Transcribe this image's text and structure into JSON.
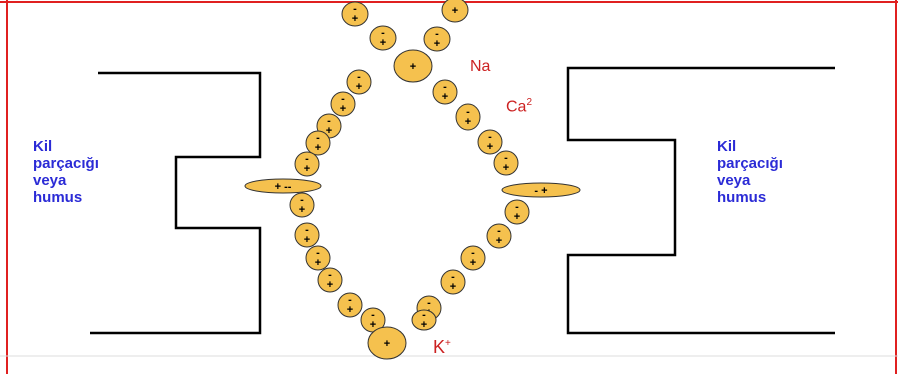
{
  "colors": {
    "border": "#e02020",
    "particle_fill": "#f5c14e",
    "particle_stroke": "#333333",
    "plate_stroke": "#000000",
    "clay_label": "#2b2bd6",
    "ion_label": "#cc2222"
  },
  "left_label": {
    "line1": "Kil",
    "line2": "parçacığı",
    "line3": "veya",
    "line4": "humus"
  },
  "right_label": {
    "line1": "Kil",
    "line2": "parçacığı",
    "line3": "veya",
    "line4": "humus"
  },
  "ions": {
    "na": "Na",
    "ca": "Ca",
    "ca_sup": "2",
    "k": "K",
    "k_sup": "+"
  },
  "signs": {
    "plus": "+",
    "minus": "-"
  }
}
